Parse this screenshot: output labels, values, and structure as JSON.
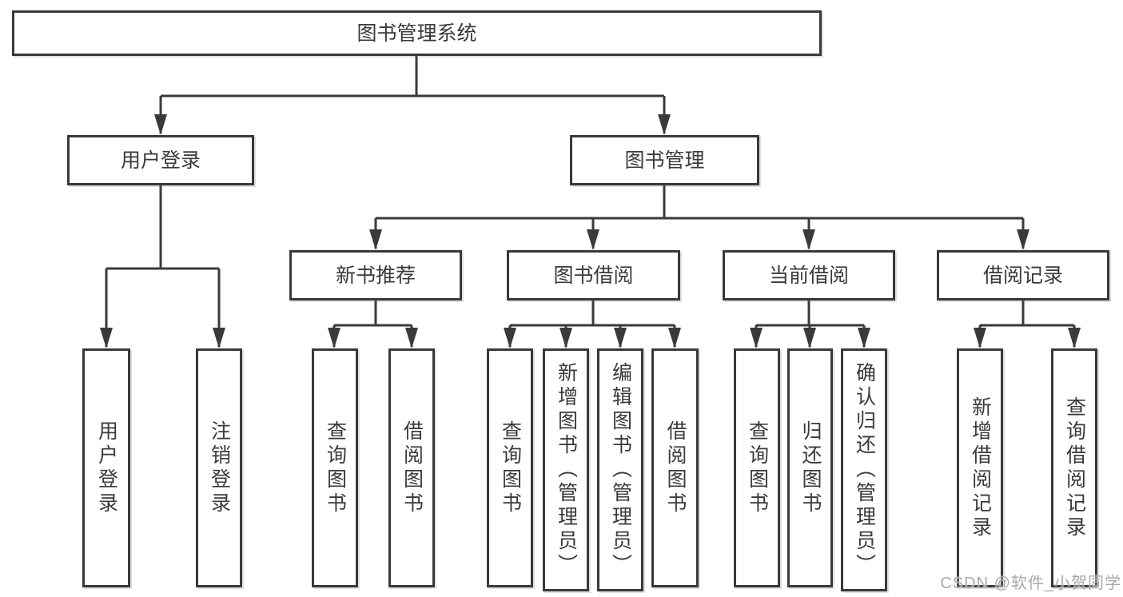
{
  "tree": {
    "root": {
      "label": "图书管理系统"
    },
    "children": [
      {
        "label": "用户登录",
        "children": [
          {
            "label": "用户登录"
          },
          {
            "label": "注销登录"
          }
        ]
      },
      {
        "label": "图书管理",
        "children": [
          {
            "label": "新书推荐",
            "children": [
              {
                "label": "查询图书"
              },
              {
                "label": "借阅图书"
              }
            ]
          },
          {
            "label": "图书借阅",
            "children": [
              {
                "label": "查询图书"
              },
              {
                "label": "新增图书（管理员）"
              },
              {
                "label": "编辑图书（管理员）"
              },
              {
                "label": "借阅图书"
              }
            ]
          },
          {
            "label": "当前借阅",
            "children": [
              {
                "label": "查询图书"
              },
              {
                "label": "归还图书"
              },
              {
                "label": "确认归还（管理员）"
              }
            ]
          },
          {
            "label": "借阅记录",
            "children": [
              {
                "label": "新增借阅记录"
              },
              {
                "label": "查询借阅记录"
              }
            ]
          }
        ]
      }
    ]
  },
  "watermark": {
    "text": "CSDN @软件_小贺同学"
  },
  "colors": {
    "line": "#3a3a3c",
    "box_border": "#39393b",
    "text": "#3a3a3c",
    "background": "#ffffff",
    "watermark": "#a9a9ab"
  }
}
